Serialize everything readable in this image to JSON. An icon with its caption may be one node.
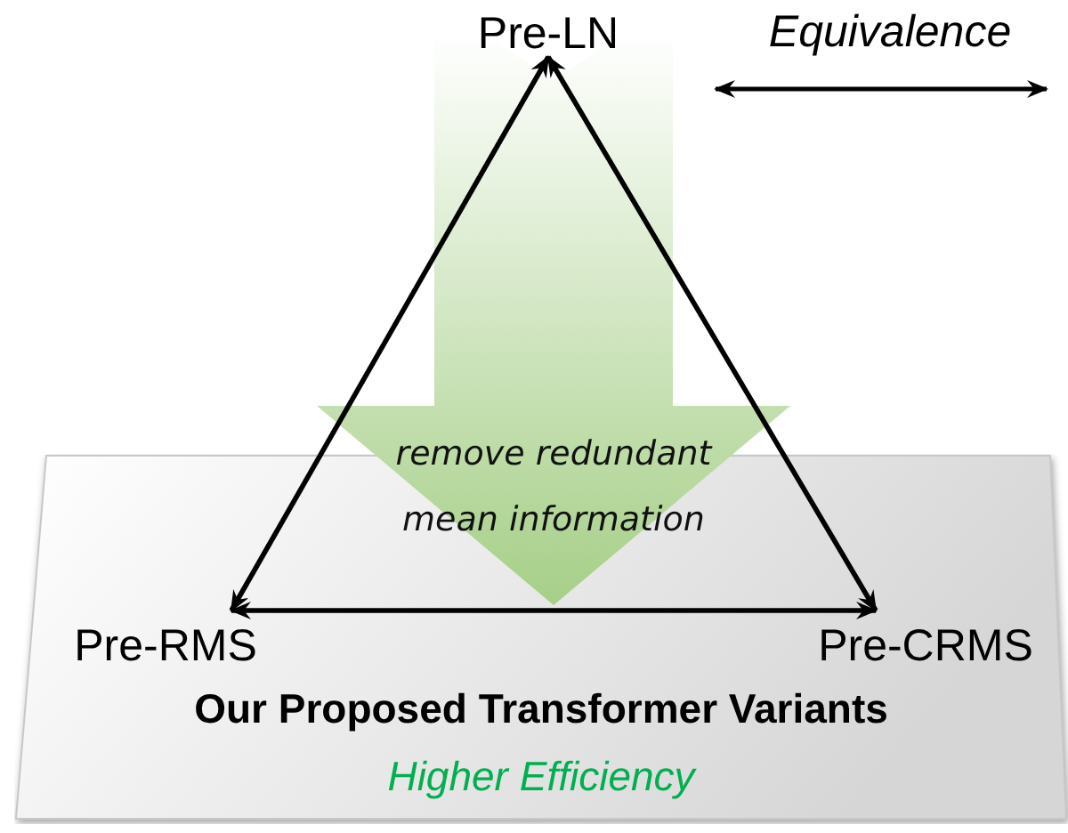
{
  "diagram": {
    "nodes": [
      {
        "text": [
          "Pre-LN"
        ]
      },
      {
        "text": [
          "Our Proposed Transformer Variants",
          "Higher Efficiency"
        ]
      },
      {
        "text": [
          "Pre-RMS"
        ],
        "in": 1
      },
      {
        "text": [
          "Pre-CRMS"
        ],
        "in": 1
      },
      {
        "text": [
          "remove redundant mean information"
        ]
      }
    ],
    "edges": [
      {
        "from": 0,
        "to": 2,
        "arrow": "both"
      },
      {
        "from": 0,
        "to": 3,
        "arrow": "both"
      },
      {
        "from": 2,
        "to": 3,
        "arrow": "both"
      }
    ],
    "legend": [
      {
        "text": "Equivalence"
      }
    ]
  }
}
